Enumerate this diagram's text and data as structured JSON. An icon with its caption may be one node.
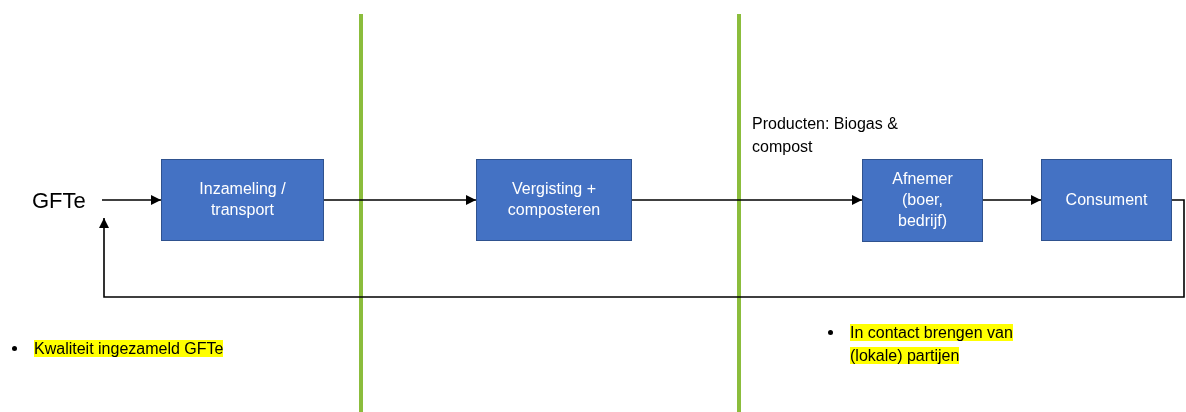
{
  "diagram": {
    "nodes": [
      {
        "text": [
          "GFTe"
        ]
      },
      {
        "text": [
          "Inzameling / transport"
        ]
      },
      {
        "text": [
          "Vergisting + composteren"
        ]
      },
      {
        "text": [
          "Afnemer (boer, bedrijf)"
        ]
      },
      {
        "text": [
          "Consument"
        ]
      }
    ],
    "edges": [
      {
        "from": 0,
        "to": 1,
        "arrow": "to"
      },
      {
        "from": 1,
        "to": 2,
        "arrow": "to"
      },
      {
        "from": 2,
        "to": 3,
        "arrow": "to"
      },
      {
        "from": 3,
        "to": 4,
        "arrow": "to"
      },
      {
        "from": 4,
        "to": 0,
        "arrow": "to"
      }
    ],
    "labels": [
      "Producten: Biogas & compost",
      "Kwaliteit ingezameld GFTe",
      "In contact brengen van (lokale) partijen"
    ]
  }
}
